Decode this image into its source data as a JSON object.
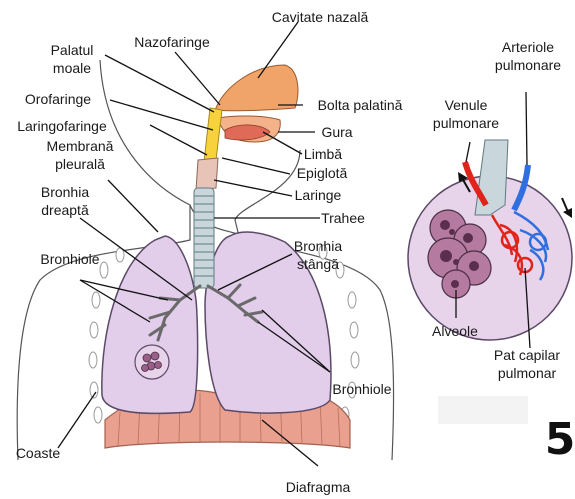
{
  "labels": {
    "cavitate_nazala": "Cavitate nazală",
    "nazofaringe": "Nazofaringe",
    "palatul": "Palatul",
    "moale": "moale",
    "orofaringe": "Orofaringe",
    "laringofaringe": "Laringofaringe",
    "membrana": "Membrană",
    "pleurala": "pleurală",
    "bronhia_dreapta_1": "Bronhia",
    "bronhia_dreapta_2": "dreaptă",
    "bronhiole_left": "Bronhiole",
    "coaste": "Coaste",
    "bolta_palatina": "Bolta palatină",
    "gura": "Gura",
    "limba": "Limbă",
    "epiglota": "Epiglotă",
    "laringe": "Laringe",
    "trahee": "Trahee",
    "bronhia_stanga_1": "Bronhia",
    "bronhia_stanga_2": "stângă",
    "bronhiole_right": "Bronhiole",
    "diafragma": "Diafragma",
    "venule_1": "Venule",
    "venule_2": "pulmonare",
    "arteriole_1": "Arteriole",
    "arteriole_2": "pulmonare",
    "alveole": "Alveole",
    "pat_capilar_1": "Pat capilar",
    "pat_capilar_2": "pulmonar",
    "page_number": "5"
  },
  "colors": {
    "lung": "#e2cdea",
    "lung_stroke": "#5a4a66",
    "diaphragm": "#e9a08e",
    "nasal": "#f0a46a",
    "throat_yellow": "#f7d23c",
    "trachea": "#c9d7dc",
    "vein_red": "#e0241b",
    "artery_blue": "#2f6fe0",
    "alveolus": "#b57aa0",
    "inset_bg": "#e7d3ea"
  }
}
